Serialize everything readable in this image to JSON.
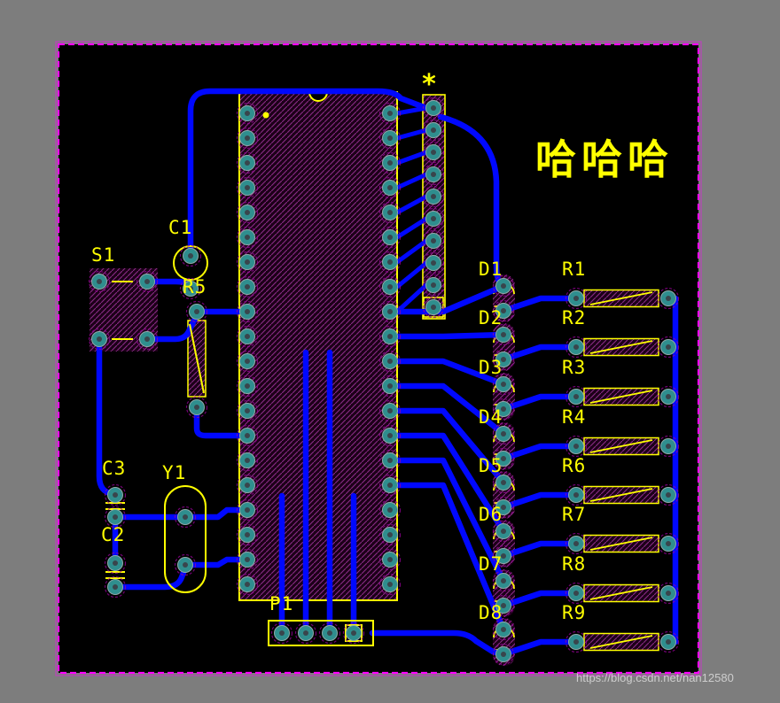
{
  "window": {
    "watermark": "https://blog.csdn.net/nan12580"
  },
  "silkscreen": {
    "title": "哈哈哈",
    "connector_pin1_mark": "*"
  },
  "refdes": {
    "s1": "S1",
    "c1": "C1",
    "r5": "R5",
    "c3": "C3",
    "c2": "C2",
    "y1": "Y1",
    "p1": "P1",
    "d1": "D1",
    "d2": "D2",
    "d3": "D3",
    "d4": "D4",
    "d5": "D5",
    "d6": "D6",
    "d7": "D7",
    "d8": "D8",
    "r1": "R1",
    "r2": "R2",
    "r3": "R3",
    "r4": "R4",
    "r6": "R6",
    "r7": "R7",
    "r8": "R8",
    "r9": "R9"
  },
  "colors": {
    "background": "#7d7d7d",
    "board": "#000000",
    "board_outline": "#ff00ff",
    "trace": "#0008ff",
    "silkscreen": "#ffff00",
    "pad": "#2f8e8e"
  }
}
